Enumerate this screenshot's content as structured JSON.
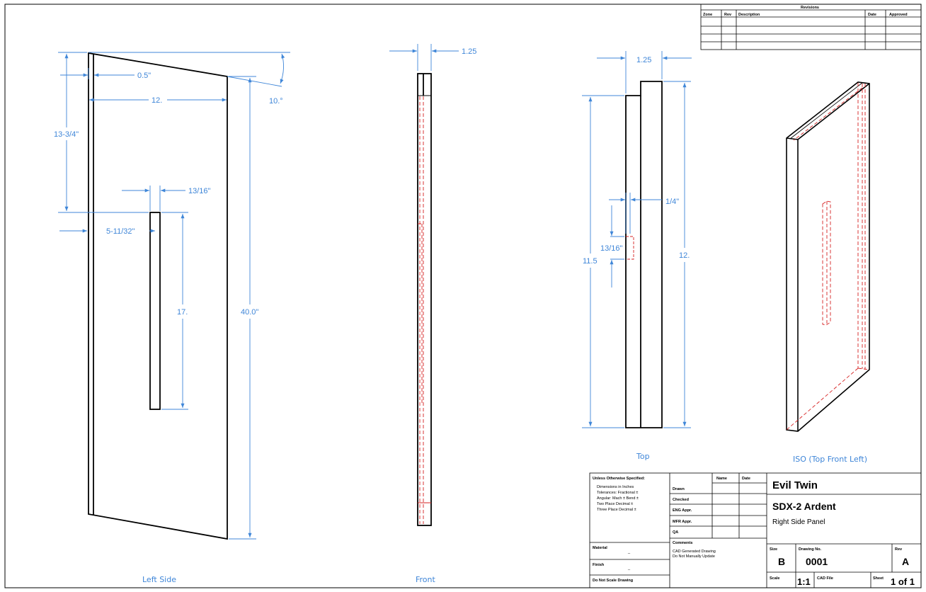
{
  "revisions": {
    "title": "Revisions",
    "headers": [
      "Zone",
      "Rev",
      "Description",
      "Date",
      "Approved"
    ]
  },
  "dimensions": {
    "left_top_width": "0.5\"",
    "left_width": "12.",
    "left_angle": "10.°",
    "left_upper_height": "13-3/4\"",
    "left_slot_width": "13/16\"",
    "left_slot_offset": "5-11/32\"",
    "left_slot_length": "17.",
    "left_total_height": "40.0\"",
    "front_thickness": "1.25",
    "top_thickness": "1.25",
    "top_groove_width": "1/4\"",
    "top_groove_depth": "13/16\"",
    "top_inner_height": "11.5",
    "top_height": "12."
  },
  "view_labels": {
    "left_side": "Left Side",
    "front": "Front",
    "top": "Top",
    "iso": "ISO (Top Front Left)"
  },
  "title_block": {
    "unless_specified": "Unless Otherwise Specified:",
    "dimensions_in": "Dimensions in Inches",
    "tol_fractional": "Tolerances: Fractional  ±",
    "tol_angular": "Angular: Mach ±    Bend  ±",
    "two_place": "Two Place Decimal      ±",
    "three_place": "Three Place Decimal    ±",
    "material_label": "Material",
    "material_value": "_",
    "finish_label": "Finish",
    "finish_value": "_",
    "do_not_scale": "Do Not Scale Drawing",
    "name_header": "Name",
    "date_header": "Date",
    "roles": [
      "Drawn",
      "Checked",
      "ENG Appr.",
      "MFR Appr.",
      "QA"
    ],
    "comments_label": "Comments",
    "comment_line1": "CAD Generated Drawing",
    "comment_line2": "Do Not Manually Update",
    "company": "Evil Twin",
    "project": "SDX-2 Ardent",
    "part": "Right Side Panel",
    "size_label": "Size",
    "size_value": "B",
    "drawing_no_label": "Drawing  No.",
    "drawing_no_value": "0001",
    "rev_label": "Rev",
    "rev_value": "A",
    "scale_label": "Scale",
    "scale_value": "1:1",
    "cad_file_label": "CAD File",
    "sheet_label": "Sheet",
    "sheet_value": "1 of 1"
  },
  "colors": {
    "dimension": "#3f86d8",
    "hidden_line": "#d62020",
    "outline": "#000000"
  }
}
